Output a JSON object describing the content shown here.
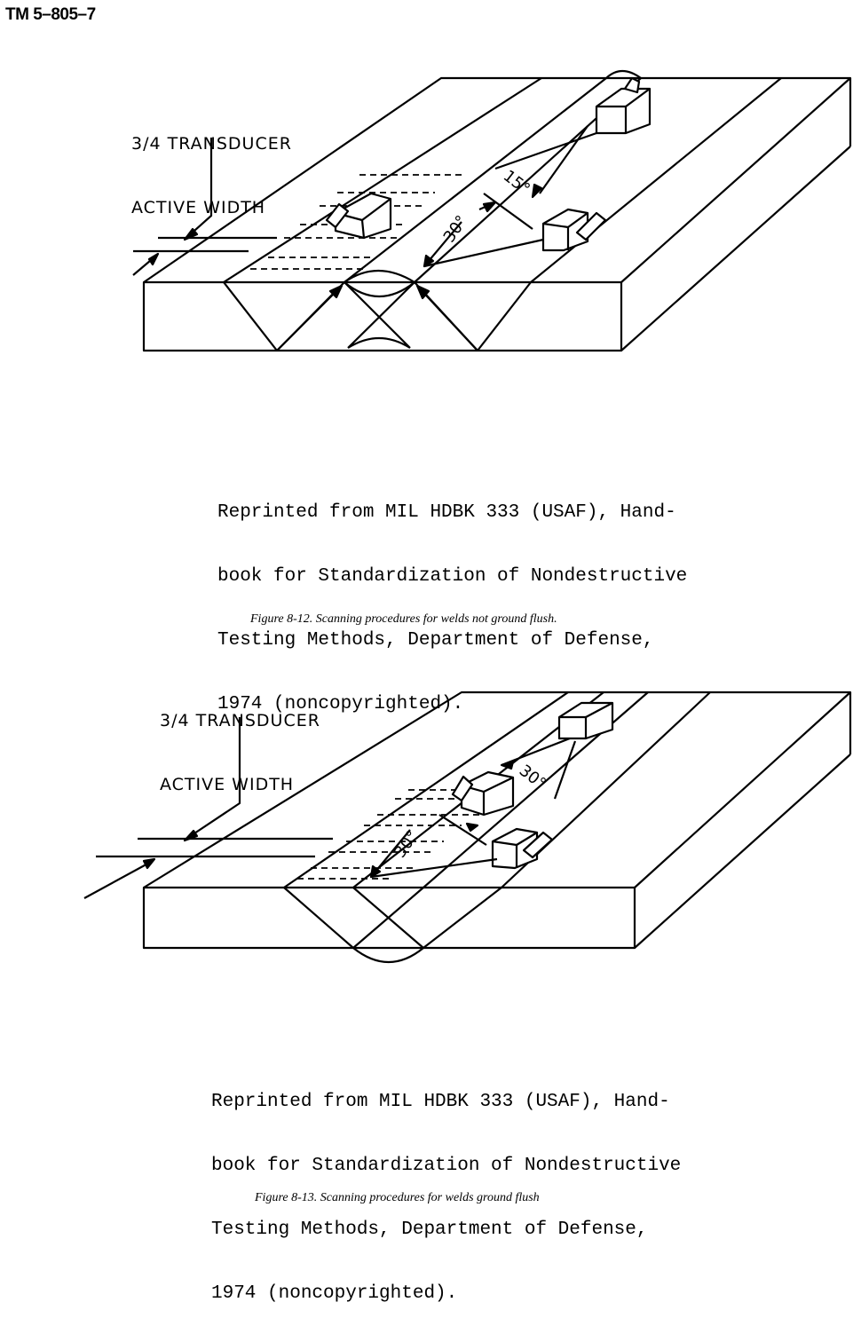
{
  "header": {
    "doc_id": "TM 5–805–7"
  },
  "figure1": {
    "label_line1": "3/4 TRANSDUCER",
    "label_line2": "ACTIVE WIDTH",
    "angle_a": "15°",
    "angle_b": "30°",
    "credit": [
      "Reprinted from MIL HDBK 333 (USAF), Hand-",
      "book for Standardization of Nondestructive",
      "Testing Methods, Department of Defense,",
      "1974 (noncopyrighted)."
    ],
    "caption": "Figure 8-12. Scanning procedures for welds not ground flush."
  },
  "figure2": {
    "label_line1": "3/4 TRANSDUCER",
    "label_line2": "ACTIVE WIDTH",
    "angle_a": "30°",
    "angle_b": "30°",
    "credit": [
      "Reprinted from MIL HDBK 333 (USAF), Hand-",
      "book for Standardization of Nondestructive",
      "Testing Methods, Department of Defense,",
      "1974 (noncopyrighted)."
    ],
    "caption": "Figure 8-13. Scanning procedures for welds ground flush"
  }
}
